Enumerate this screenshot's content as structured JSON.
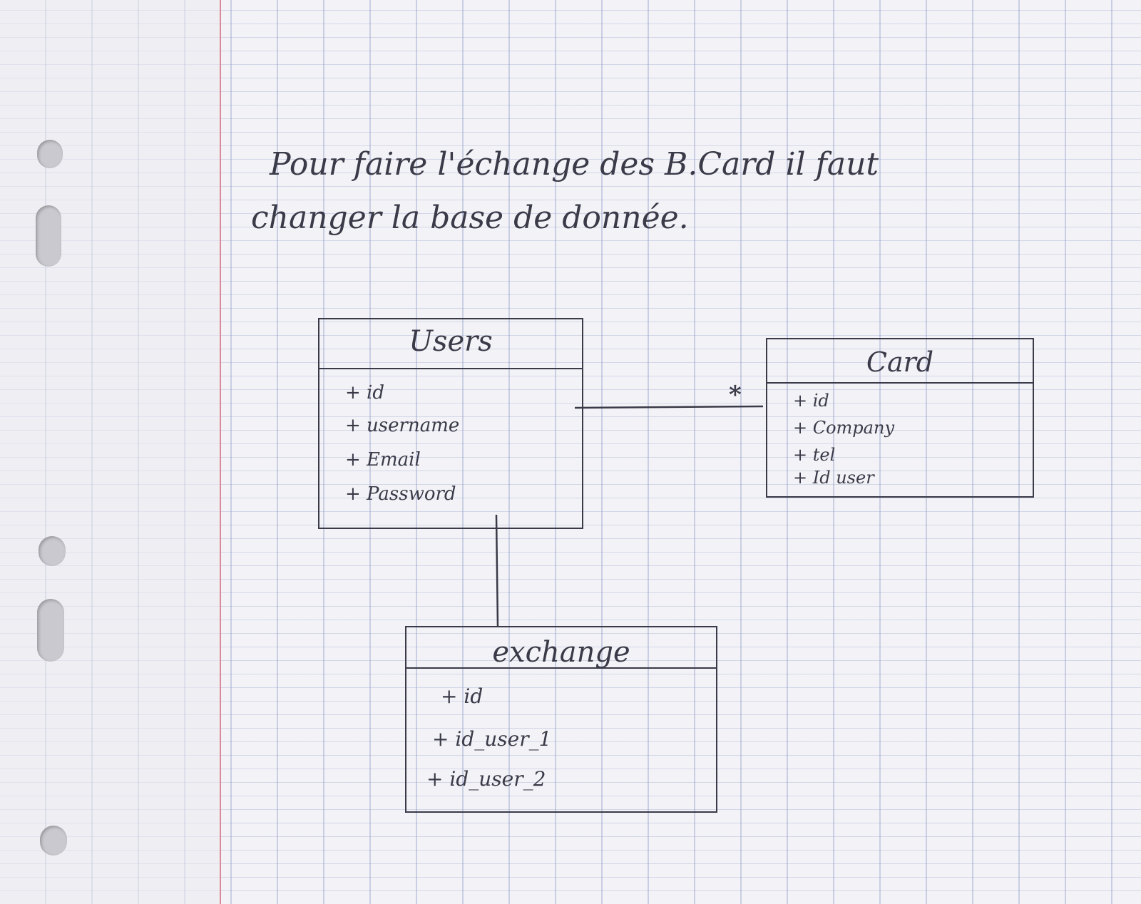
{
  "paper": {
    "margin_color": "#d98a9a",
    "ink_color": "#3a3a48"
  },
  "intro": {
    "line1": "Pour faire l'échange des B.Card il faut",
    "line2": "changer la base de donnée."
  },
  "classes": {
    "users": {
      "name": "Users",
      "attributes": [
        "+ id",
        "+ username",
        "+ Email",
        "+ Password"
      ]
    },
    "card": {
      "name": "Card",
      "attributes": [
        "+ id",
        "+ Company",
        "+ tel",
        "+ Id user"
      ]
    },
    "exchange": {
      "name": "exchange",
      "attributes": [
        "+ id",
        "+ id_user_1",
        "+ id_user_2"
      ]
    }
  },
  "relations": {
    "users_card_multiplicity": "*"
  }
}
